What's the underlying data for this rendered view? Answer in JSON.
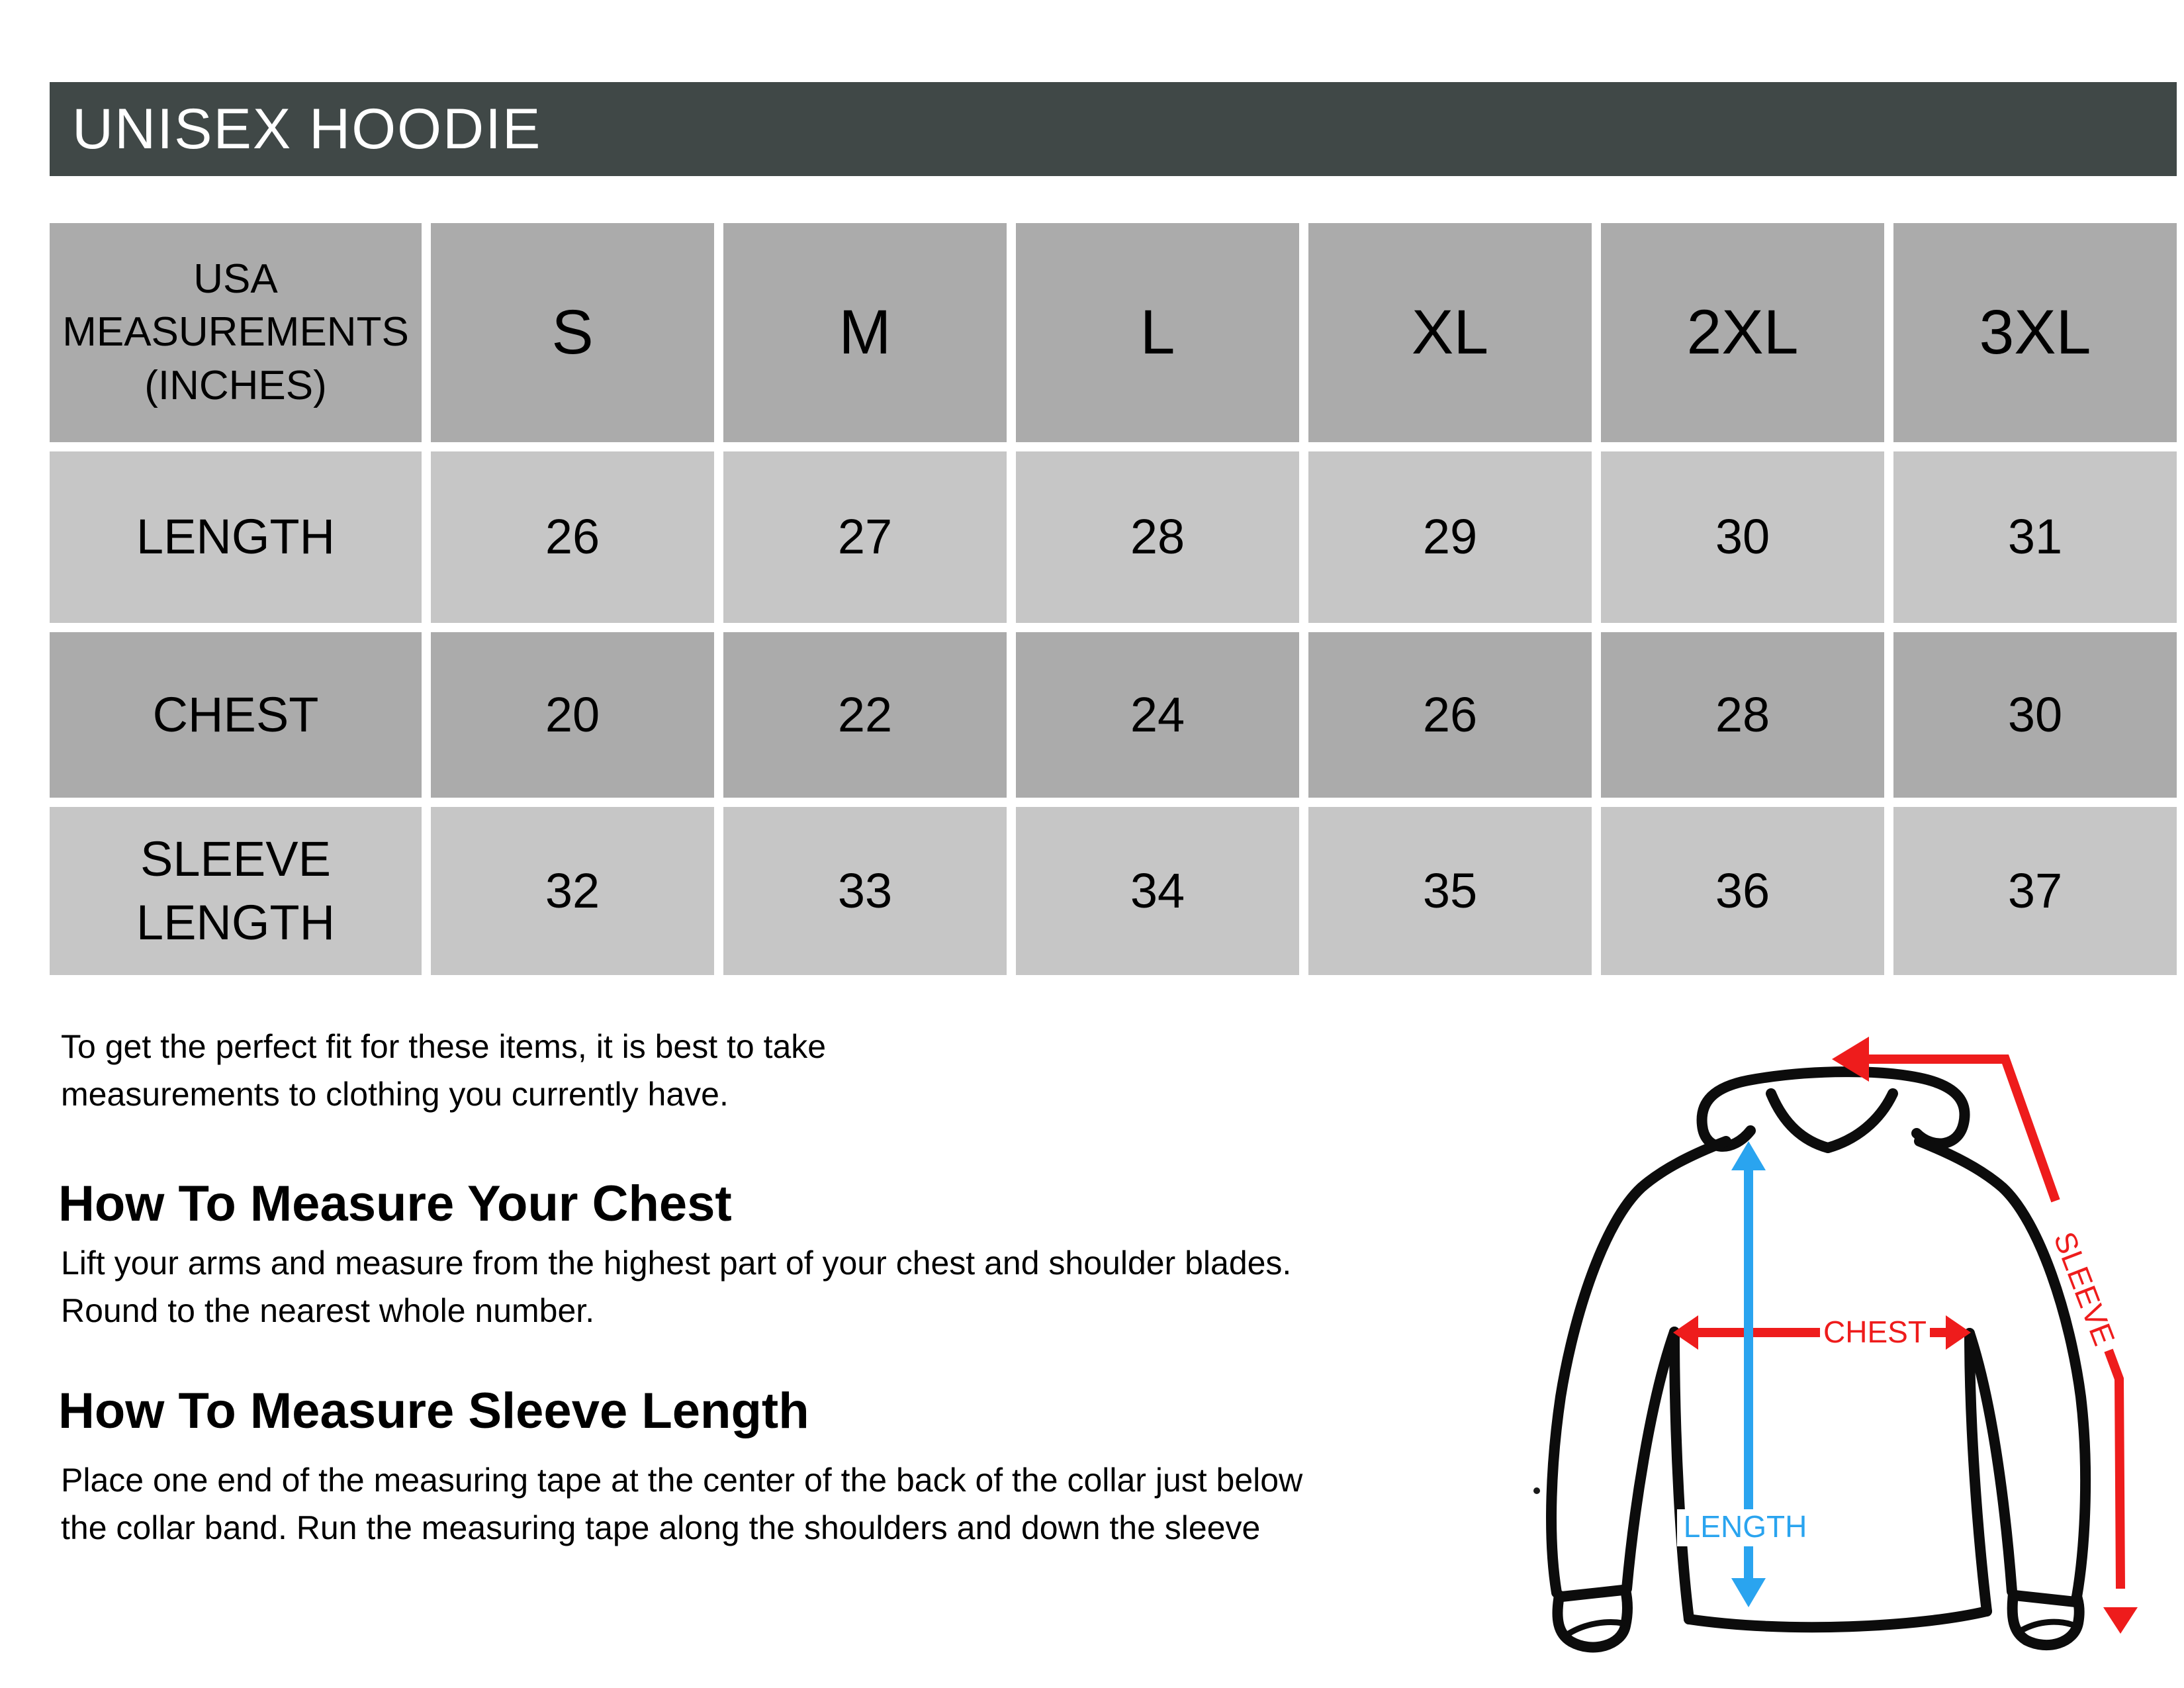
{
  "header": {
    "title": "UNISEX HOODIE",
    "bg_color": "#404847",
    "text_color": "#ffffff"
  },
  "size_chart": {
    "corner_label": "USA\nMEASUREMENTS\n(INCHES)",
    "columns": [
      "S",
      "M",
      "L",
      "XL",
      "2XL",
      "3XL"
    ],
    "rows": [
      {
        "label": "LENGTH",
        "values": [
          "26",
          "27",
          "28",
          "29",
          "30",
          "31"
        ]
      },
      {
        "label": "CHEST",
        "values": [
          "20",
          "22",
          "24",
          "26",
          "28",
          "30"
        ]
      },
      {
        "label": "SLEEVE\nLENGTH",
        "values": [
          "32",
          "33",
          "34",
          "35",
          "36",
          "37"
        ]
      }
    ],
    "colors": {
      "dark_cell": "#ababab",
      "light_cell": "#c6c6c6"
    }
  },
  "notes": {
    "intro": "To get the perfect fit for these items, it is best to take\nmeasurements to clothing you currently have.",
    "chest_heading": "How To Measure Your Chest",
    "chest_body": "Lift your arms and measure from the highest part of your chest and shoulder blades.\nRound to the nearest whole number.",
    "sleeve_heading": "How To Measure Sleeve Length",
    "sleeve_body": "Place one end of the measuring tape at the center of the back of the collar just below\nthe collar band. Run the measuring tape along the shoulders and down the sleeve"
  },
  "diagram": {
    "sleeve_label": "SLEEVE",
    "chest_label": "CHEST",
    "length_label": "LENGTH",
    "colors": {
      "arrow_red": "#ee1c1c",
      "arrow_blue": "#2aa4ef",
      "outline": "#0c0c0c"
    }
  }
}
